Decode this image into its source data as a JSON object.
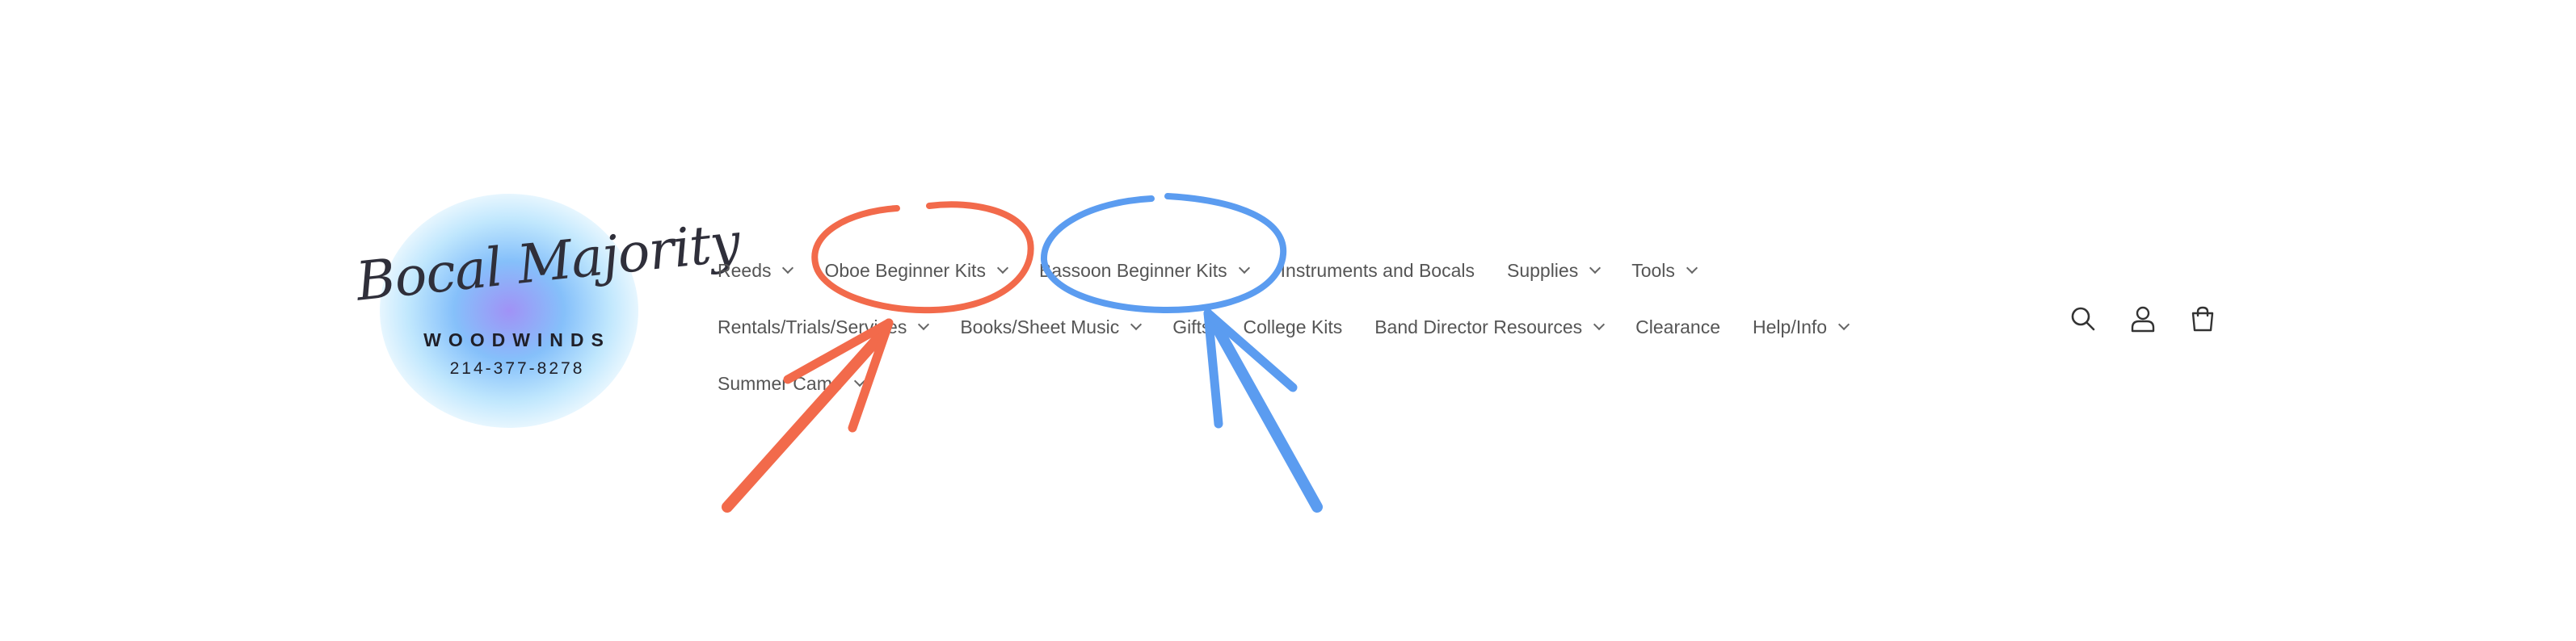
{
  "logo": {
    "script_text": "Bocal Majority",
    "sub_text": "WOODWINDS",
    "phone": "214-377-8278"
  },
  "nav": {
    "row1": [
      {
        "label": "Reeds",
        "has_dropdown": true
      },
      {
        "label": "Oboe Beginner Kits",
        "has_dropdown": true
      },
      {
        "label": "Bassoon Beginner Kits",
        "has_dropdown": true
      },
      {
        "label": "Instruments and Bocals",
        "has_dropdown": false
      },
      {
        "label": "Supplies",
        "has_dropdown": true
      },
      {
        "label": "Tools",
        "has_dropdown": true
      }
    ],
    "row2": [
      {
        "label": "Rentals/Trials/Services",
        "has_dropdown": true
      },
      {
        "label": "Books/Sheet Music",
        "has_dropdown": true
      },
      {
        "label": "Gifts",
        "has_dropdown": false
      },
      {
        "label": "College Kits",
        "has_dropdown": false
      },
      {
        "label": "Band Director Resources",
        "has_dropdown": true
      },
      {
        "label": "Clearance",
        "has_dropdown": false
      },
      {
        "label": "Help/Info",
        "has_dropdown": true
      }
    ],
    "row3": [
      {
        "label": "Summer Camp",
        "has_dropdown": true
      }
    ]
  },
  "header_icons": [
    "search-icon",
    "account-icon",
    "cart-icon"
  ],
  "annotation_colors": {
    "oboe_highlight": "#f26a4b",
    "bassoon_highlight": "#5b9cf0"
  },
  "colors": {
    "nav_text": "#555555",
    "logo_glow": "#8fc8fa"
  }
}
